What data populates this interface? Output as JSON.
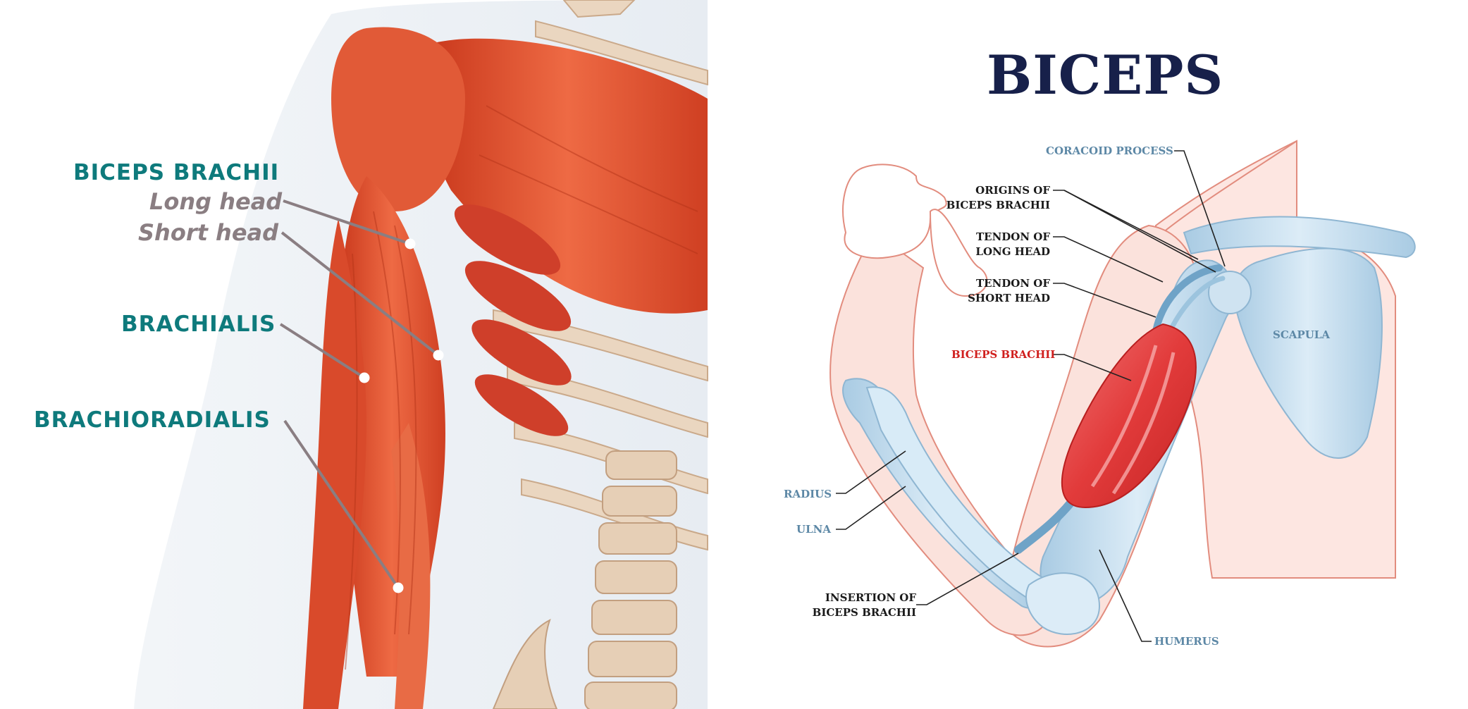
{
  "left_panel": {
    "labels": {
      "biceps_brachii": "BICEPS BRACHII",
      "long_head": "Long head",
      "short_head": "Short head",
      "brachialis": "BRACHIALIS",
      "brachioradialis": "BRACHIORADIALIS"
    },
    "colors": {
      "label_teal": "#0e7a7c",
      "label_grey": "#8a7e82",
      "muscle": "#e4512e",
      "bone": "#e9d3bd"
    }
  },
  "right_panel": {
    "title": "BICEPS",
    "labels": {
      "coracoid_process": "CORACOID PROCESS",
      "origins_line1": "ORIGINS OF",
      "origins_line2": "BICEPS BRACHII",
      "tendon_long_line1": "TENDON OF",
      "tendon_long_line2": "LONG HEAD",
      "tendon_short_line1": "TENDON OF",
      "tendon_short_line2": "SHORT HEAD",
      "biceps_brachii": "BICEPS BRACHII",
      "scapula": "SCAPULA",
      "radius": "RADIUS",
      "ulna": "ULNA",
      "insertion_line1": "INSERTION OF",
      "insertion_line2": "BICEPS BRACHII",
      "humerus": "HUMERUS"
    },
    "colors": {
      "title": "#17204a",
      "bone_label": "#5d88a6",
      "muscle_label": "#d0201e",
      "bone": "#bcd7ea",
      "skin_outline": "#e28c7e",
      "muscle": "#e23b3b"
    }
  }
}
